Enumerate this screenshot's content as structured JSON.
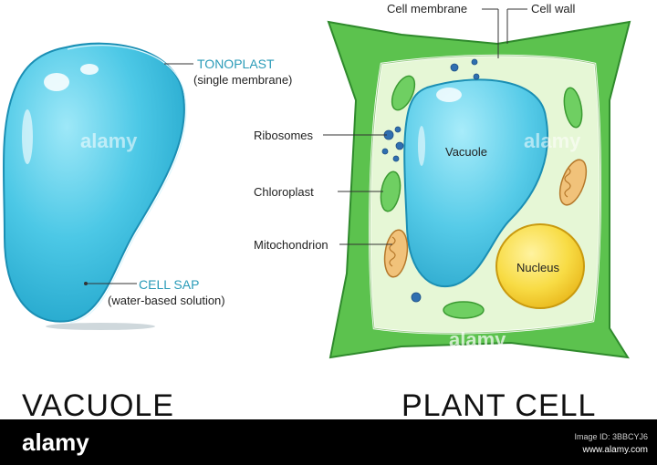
{
  "vacuole": {
    "tonoplast_label": "TONOPLAST",
    "tonoplast_sub": "(single membrane)",
    "cell_sap_label": "CELL SAP",
    "cell_sap_sub": "(water-based solution)",
    "title": "VACUOLE"
  },
  "plant_cell": {
    "cell_membrane_label": "Cell membrane",
    "cell_wall_label": "Cell wall",
    "ribosomes_label": "Ribosomes",
    "chloroplast_label": "Chloroplast",
    "mitochondrion_label": "Mitochondrion",
    "vacuole_label": "Vacuole",
    "nucleus_label": "Nucleus",
    "title": "PLANT CELL"
  },
  "watermark": {
    "text": "alamy"
  },
  "footer": {
    "logo": "alamy",
    "image_id": "Image ID: 3BBCYJ6",
    "url": "www.alamy.com"
  },
  "colors": {
    "vacuole_blue": "#4cc8e6",
    "cell_wall_green": "#5cc24e",
    "cytoplasm": "#e6f7d6",
    "chloroplast": "#6fcf62",
    "nucleus": "#f5d23a",
    "label_teal": "#2a9bb8"
  }
}
